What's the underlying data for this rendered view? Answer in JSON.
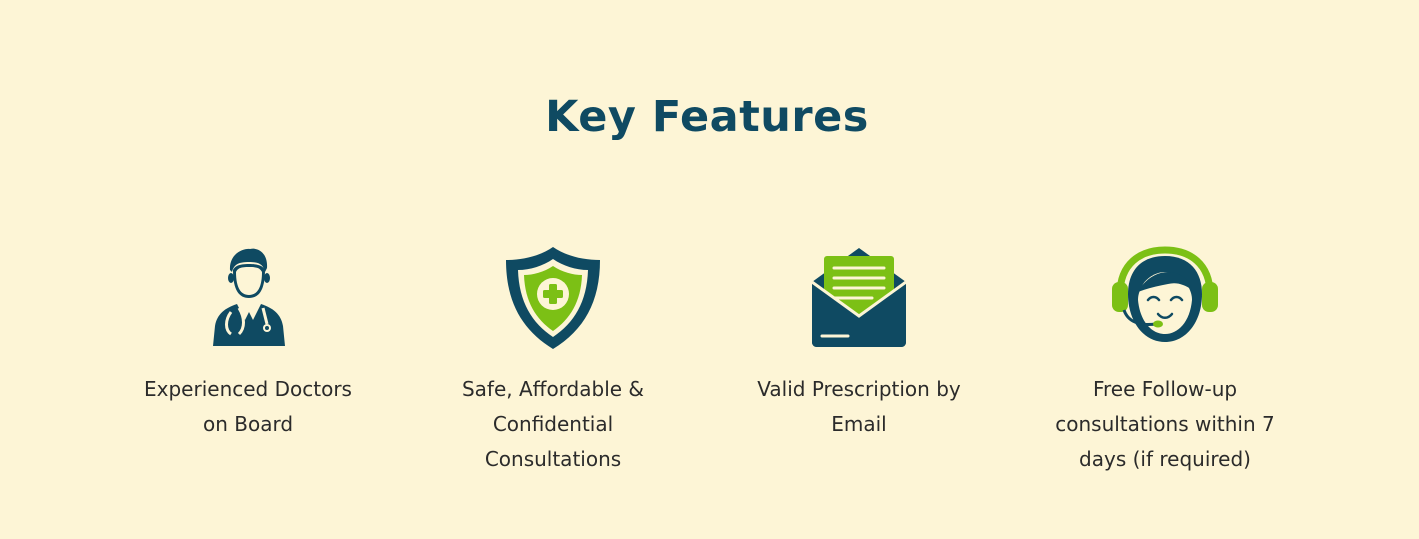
{
  "section": {
    "title": "Key Features"
  },
  "colors": {
    "background": "#fdf5d6",
    "primary": "#0f4a62",
    "accent": "#7cc015",
    "text": "#2b2b2b"
  },
  "features": [
    {
      "icon": "doctor-icon",
      "label": "Experienced Doctors on Board"
    },
    {
      "icon": "shield-plus-icon",
      "label": "Safe, Affordable & Confidential Consultations"
    },
    {
      "icon": "envelope-letter-icon",
      "label": "Valid Prescription by Email"
    },
    {
      "icon": "headset-agent-icon",
      "label": "Free Follow-up consultations within 7 days (if required)"
    }
  ]
}
